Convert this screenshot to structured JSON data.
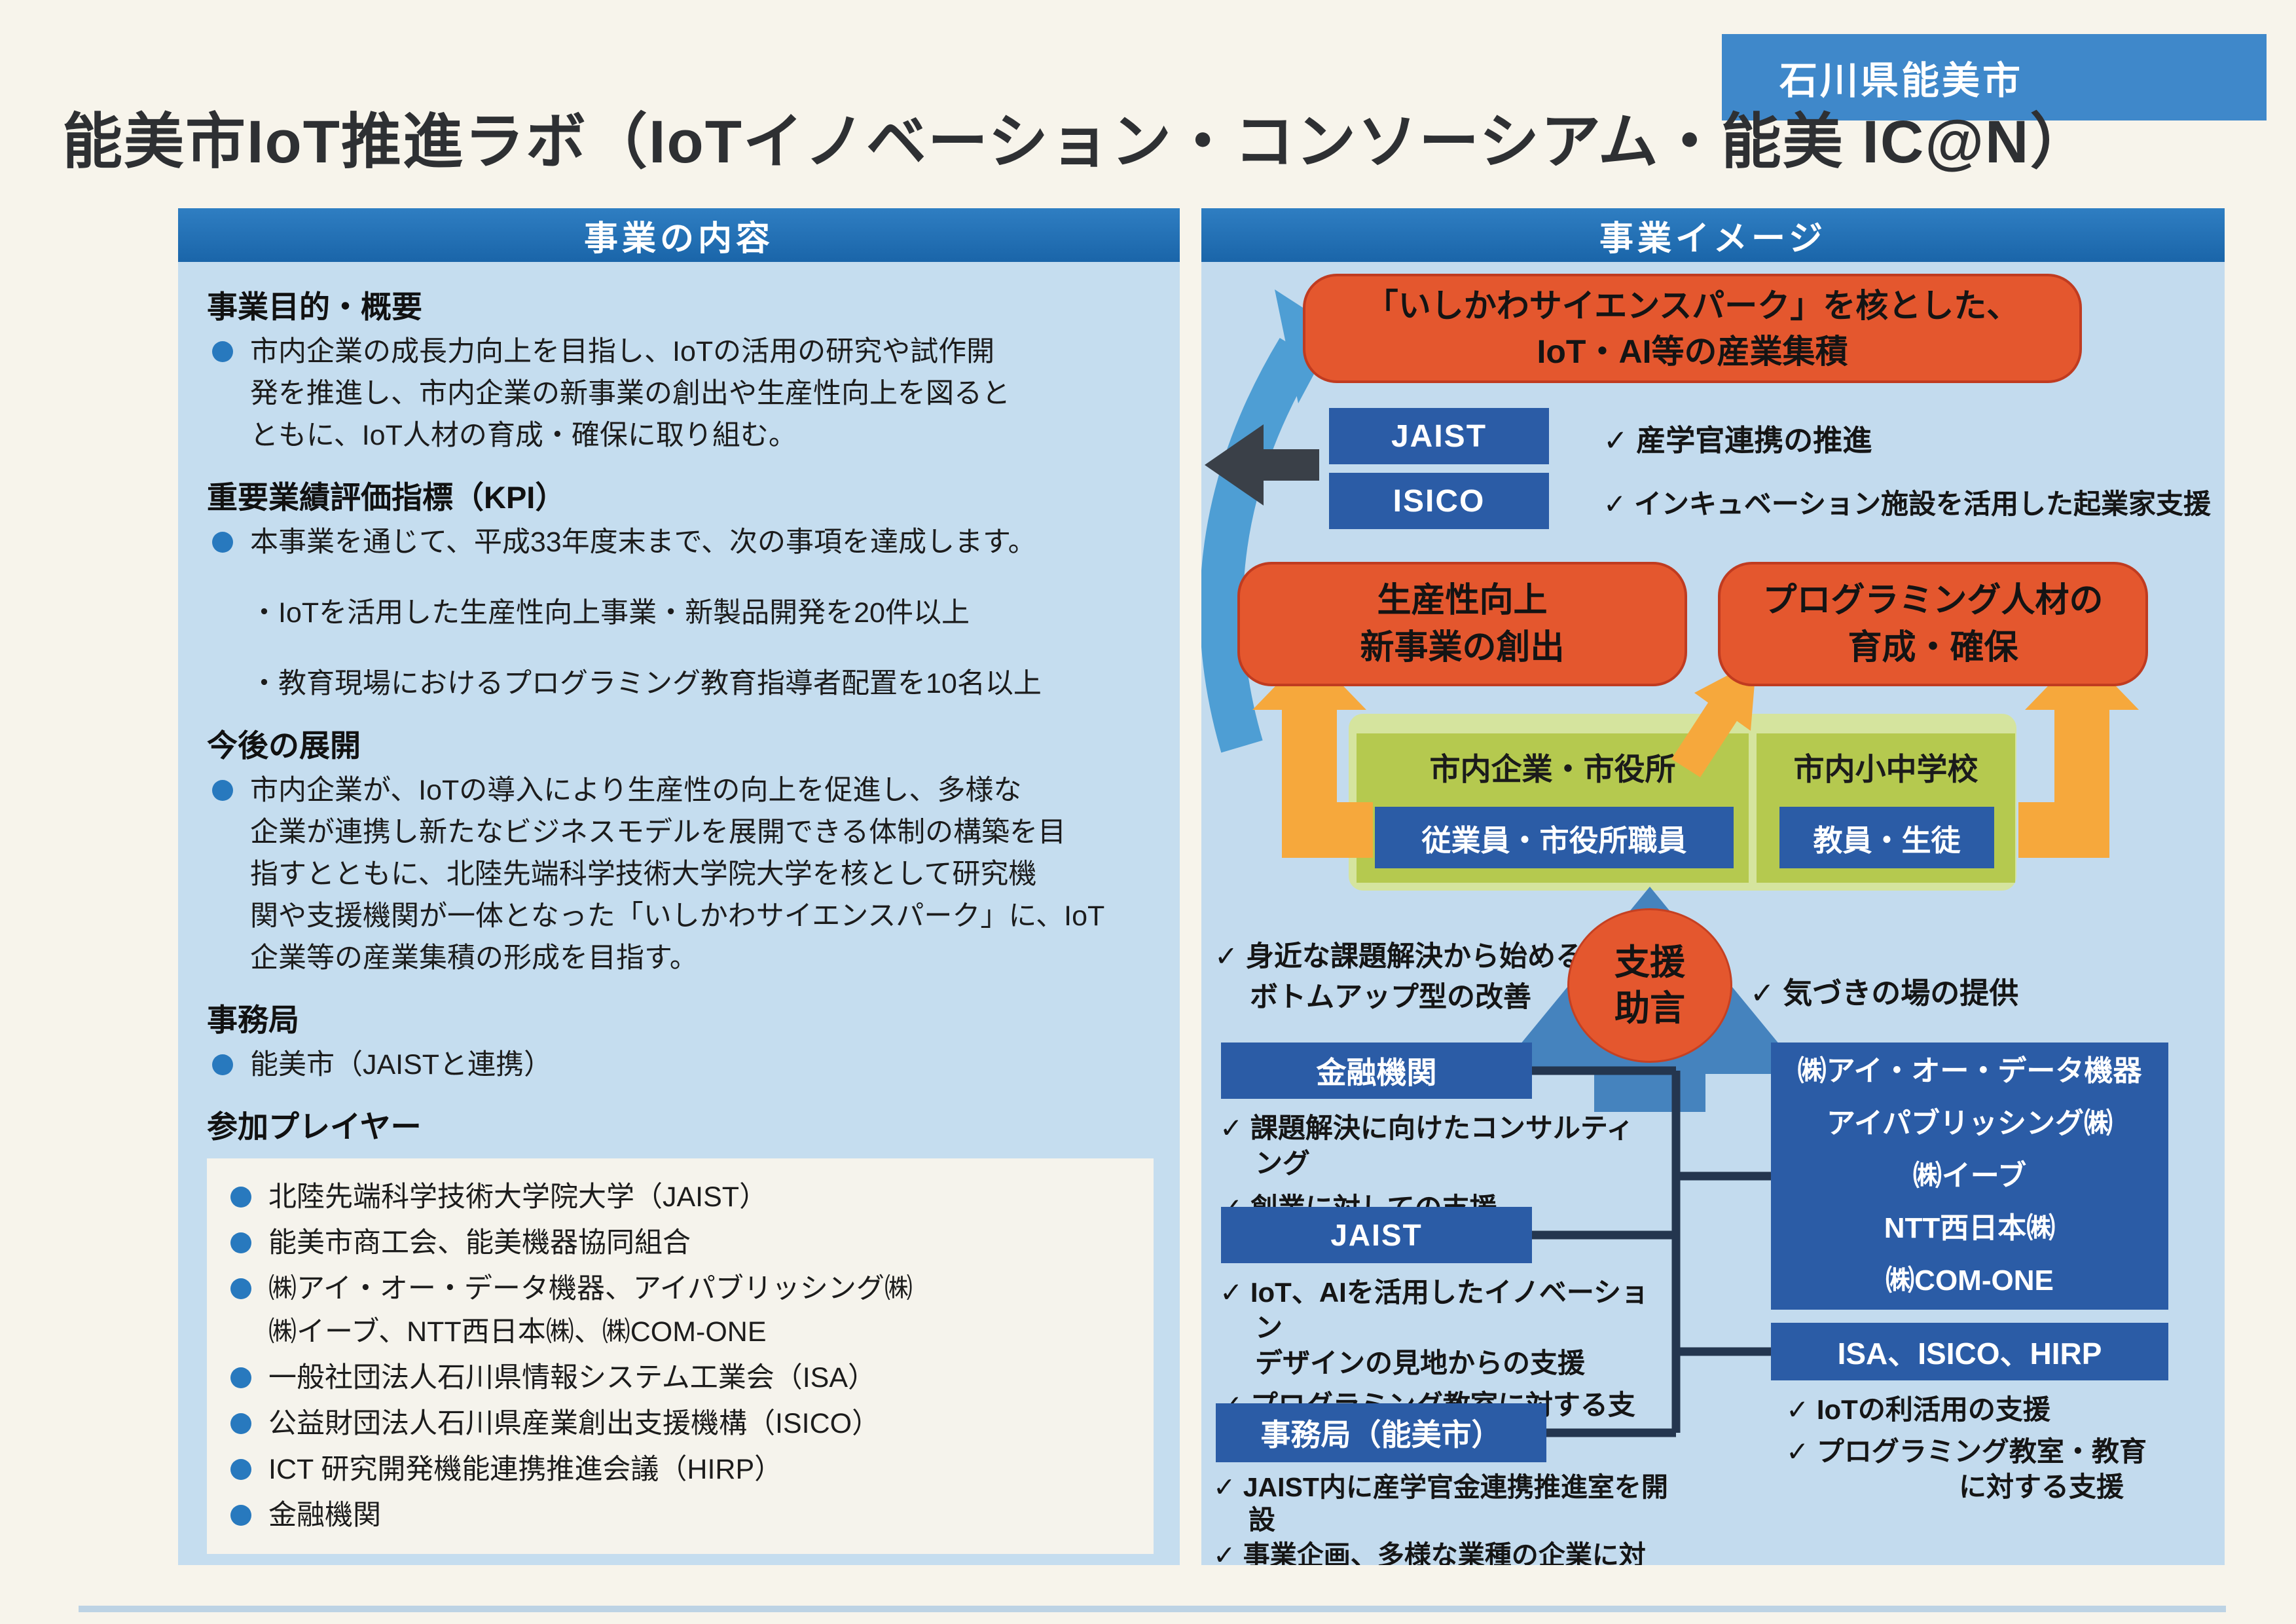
{
  "page": {
    "region_label": "石川県能美市",
    "title": "能美市IoT推進ラボ（IoTイノベーション・コンソーシアム・能美 IC@N）"
  },
  "colors": {
    "header_blue": "#1e6cb2",
    "panel_light_blue": "#c5ddef",
    "navy_box": "#2b5ca6",
    "orange": "#e4572e",
    "arrow_yellow": "#f6a83c",
    "arrow_blue": "#4583be",
    "green_container": "#d5e49e",
    "green_inner": "#b5c94f",
    "connector_navy": "#24364f",
    "badge_blue": "#3f88ca"
  },
  "left_panel": {
    "header": "事業の内容",
    "purpose_heading": "事業目的・概要",
    "purpose_text": "市内企業の成長力向上を目指し、IoTの活用の研究や試作開\n発を推進し、市内企業の新事業の創出や生産性向上を図ると\nともに、IoT人材の育成・確保に取り組む。",
    "kpi_heading": "重要業績評価指標（KPI）",
    "kpi_text": "本事業を通じて、平成33年度末まで、次の事項を達成します。",
    "kpi_item1": "・IoTを活用した生産性向上事業・新製品開発を20件以上",
    "kpi_item2": "・教育現場におけるプログラミング教育指導者配置を10名以上",
    "future_heading": "今後の展開",
    "future_text": "市内企業が、IoTの導入により生産性の向上を促進し、多様な\n企業が連携し新たなビジネスモデルを展開できる体制の構築を目\n指すとともに、北陸先端科学技術大学院大学を核として研究機\n関や支援機関が一体となった「いしかわサイエンスパーク」に、IoT\n企業等の産業集積の形成を目指す。",
    "office_heading": "事務局",
    "office_text": "能美市（JAISTと連携）",
    "players_heading": "参加プレイヤー",
    "players": [
      "北陸先端科学技術大学院大学（JAIST）",
      "能美市商工会、能美機器協同組合",
      "㈱アイ・オー・データ機器、アイパブリッシング㈱\n㈱イーブ、NTT西日本㈱、㈱COM-ONE",
      "一般社団法人石川県情報システム工業会（ISA）",
      "公益財団法人石川県産業創出支援機構（ISICO）",
      "ICT 研究開発機能連携推進会議（HIRP）",
      "金融機関"
    ]
  },
  "right_panel": {
    "header": "事業イメージ",
    "top_goal": "「いしかわサイエンスパーク」を核とした、\nIoT・AI等の産業集積",
    "jaist_label": "JAIST",
    "jaist_check": "✓ 産学官連携の推進",
    "isico_label": "ISICO",
    "isico_check": "✓ インキュベーション施設を活用した起業家支援",
    "goal_left": "生産性向上\n新事業の創出",
    "goal_right": "プログラミング人材の\n育成・確保",
    "group_left_label": "市内企業・市役所",
    "group_left_box": "従業員・市役所職員",
    "group_right_label": "市内小中学校",
    "group_right_box": "教員・生徒",
    "support_ellipse": "支援\n助言",
    "note_left": "✓ 身近な課題解決から始める\nボトムアップ型の改善",
    "note_right": "✓ 気づきの場の提供",
    "org1_label": "金融機関",
    "org1_checks": [
      "✓ 課題解決に向けたコンサルティング",
      "✓ 創業に対しての支援"
    ],
    "org2_label": "JAIST",
    "org2_checks": [
      "✓ IoT、AIを活用したイノベーション\nデザインの見地からの支援",
      "✓ プログラミング教室に対する支援"
    ],
    "org3_label": "事務局（能美市）",
    "org3_checks": [
      "✓ JAIST内に産学官金連携推進室を開設",
      "✓ 事業企画、多様な業種の企業に対して\nIoTの利活用に向けたPR及び連携の支援"
    ],
    "companies_box": "㈱アイ・オー・データ機器\nアイパブリッシング㈱\n㈱イーブ\nNTT西日本㈱\n㈱COM-ONE",
    "isa_box": "ISA、ISICO、HIRP",
    "right_checks": [
      "✓ IoTの利活用の支援",
      "✓ プログラミング教室・教育\n　　　　　に対する支援"
    ]
  }
}
